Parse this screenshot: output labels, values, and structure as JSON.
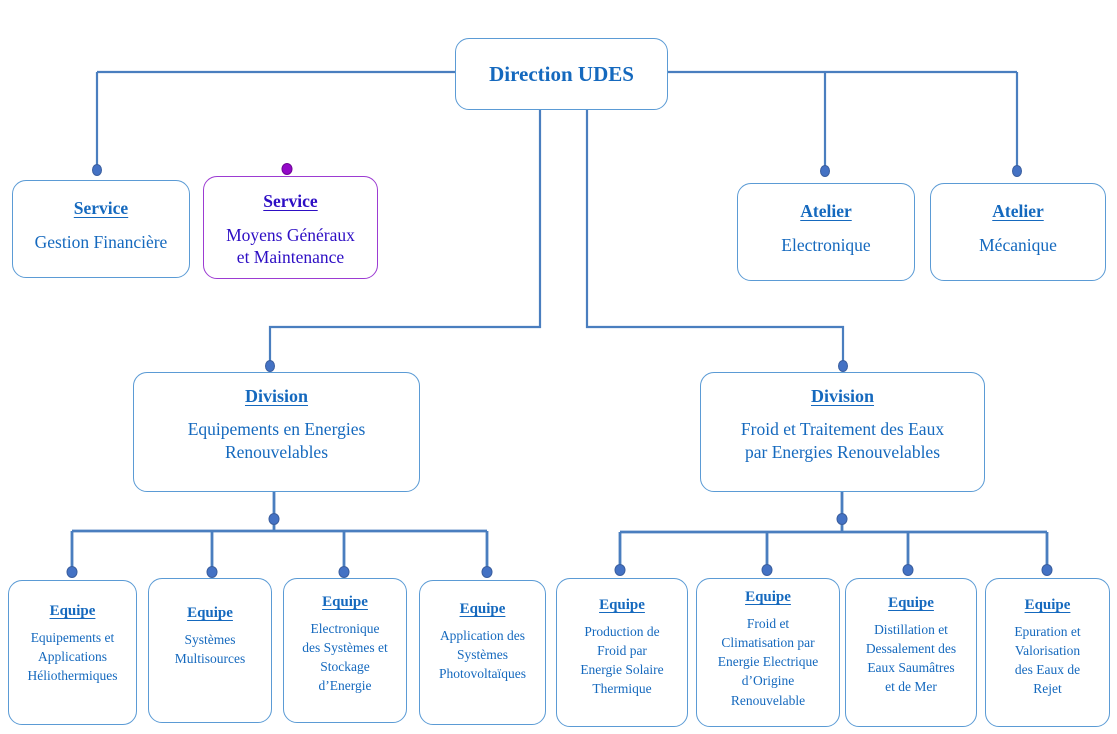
{
  "org": {
    "root": {
      "title": "Direction UDES"
    },
    "services": [
      {
        "heading": "Service",
        "body": "Gestion Financière"
      },
      {
        "heading": "Service",
        "body": "Moyens Généraux\net Maintenance"
      }
    ],
    "ateliers": [
      {
        "heading": "Atelier",
        "body": "Electronique"
      },
      {
        "heading": "Atelier",
        "body": "Mécanique"
      }
    ],
    "divisions": [
      {
        "heading": "Division",
        "body": "Equipements en Energies\nRenouvelables"
      },
      {
        "heading": "Division",
        "body": "Froid et Traitement des Eaux\npar Energies Renouvelables"
      }
    ],
    "teams": [
      {
        "heading": "Equipe",
        "body": "Equipements et\nApplications\nHéliothermiques"
      },
      {
        "heading": "Equipe",
        "body": "Systèmes\nMultisources"
      },
      {
        "heading": "Equipe",
        "body": "Electronique\ndes Systèmes et\nStockage\nd’Energie"
      },
      {
        "heading": "Equipe",
        "body": "Application des\nSystèmes\nPhotovoltaïques"
      },
      {
        "heading": "Equipe",
        "body": "Production de\nFroid par\nEnergie Solaire\nThermique"
      },
      {
        "heading": "Equipe",
        "body": "Froid et\nClimatisation par\nEnergie Electrique\nd’Origine\nRenouvelable"
      },
      {
        "heading": "Equipe",
        "body": "Distillation et\nDessalement des\nEaux Saumâtres\net de Mer"
      },
      {
        "heading": "Equipe",
        "body": "Epuration et\nValorisation\ndes Eaux de\nRejet"
      }
    ],
    "colors": {
      "text_blue": "#1569BE",
      "text_indigo": "#2D0EC4",
      "box_border_blue": "#5B9BD5",
      "box_border_purple": "#9C3BD2",
      "connector_line": "#4A7EBF",
      "dot_blue": "#4472C4",
      "dot_purple": "#9408C8",
      "background": "#FFFFFF"
    }
  }
}
